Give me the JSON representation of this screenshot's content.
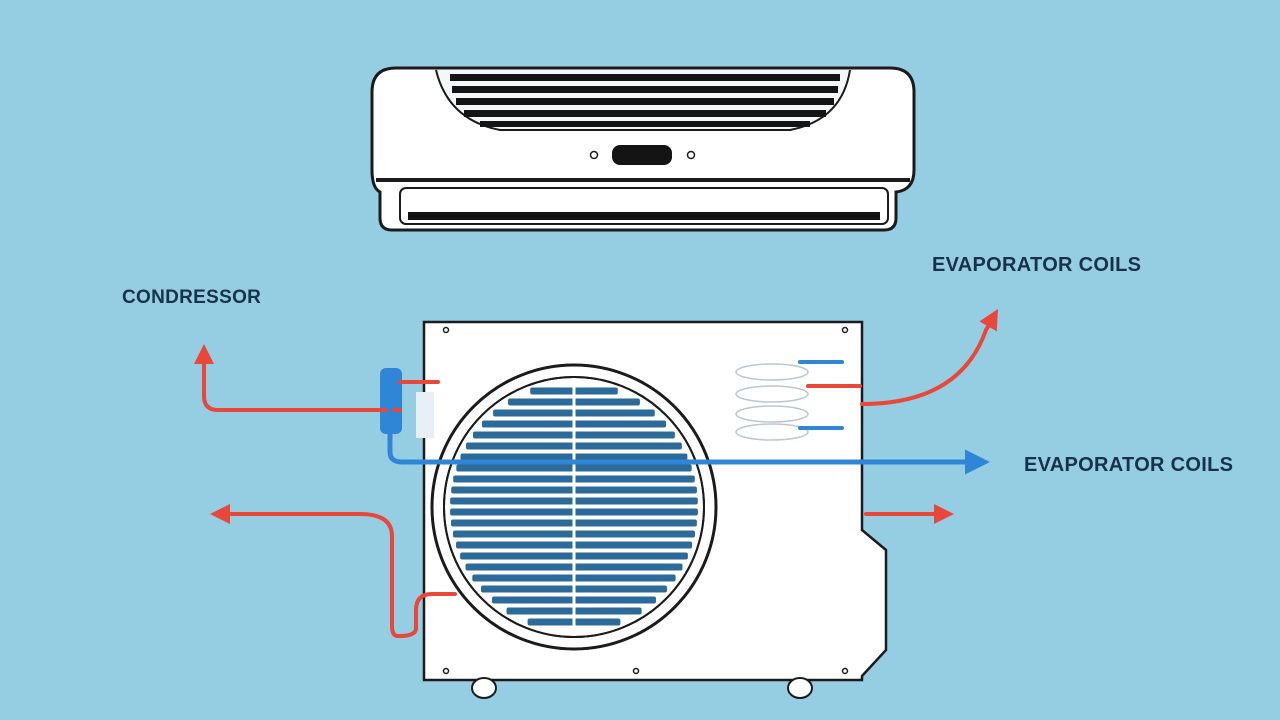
{
  "labels": {
    "condenser": "CONDRESSOR",
    "evaporator_top": "EVAPORATOR COILS",
    "evaporator_right": "EVAPORATOR COILS"
  },
  "colors": {
    "background": "#95cde2",
    "unit_fill": "#ffffff",
    "outline": "#1b1b1b",
    "hot_flow": "#e8473a",
    "cold_flow": "#2f86d6",
    "fan_blade": "#2c6a9a",
    "label_text": "#17324a"
  },
  "icons": {
    "indoor_unit": "wall-mounted-ac-unit",
    "outdoor_unit": "outdoor-condenser-unit",
    "fan": "fan-grille-icon",
    "hot_arrows": "red-flow-arrow",
    "cold_arrows": "blue-flow-arrow"
  }
}
